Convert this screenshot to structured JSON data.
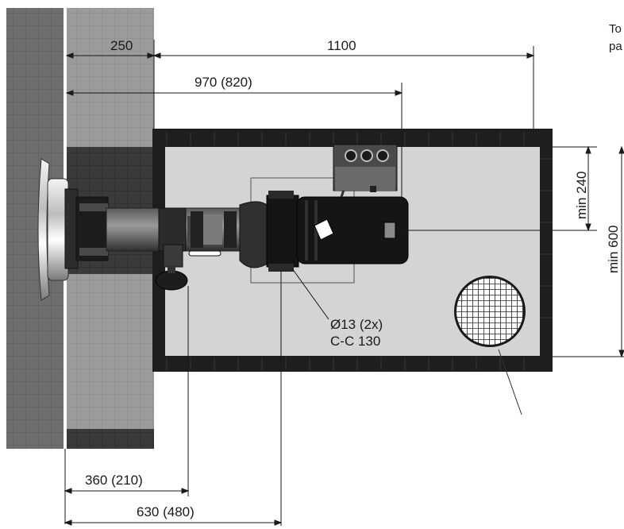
{
  "dimensions": {
    "wall_thickness": "250",
    "overall_length": "1100",
    "unit_length": "970 (820)",
    "min_side_clearance": "min 240",
    "min_pit_width": "min 600",
    "valve_offset": "360 (210)",
    "mount_offset": "630 (480)"
  },
  "annotations": {
    "bolt_holes": "Ø13 (2x)",
    "bolt_spacing": "C-C 130"
  },
  "side_note": {
    "line1": "To",
    "line2": "pa"
  }
}
